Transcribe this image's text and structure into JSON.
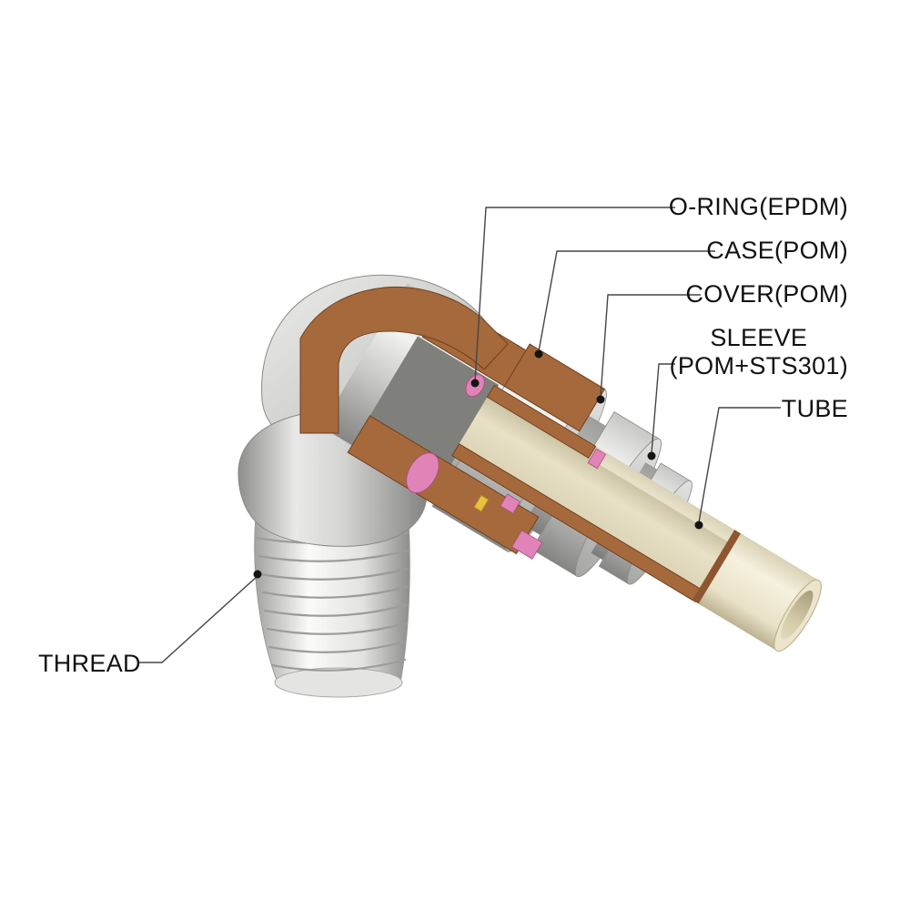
{
  "diagram": {
    "description": "Cutaway technical illustration of a push-to-connect pneumatic elbow fitting with labeled parts",
    "labels": {
      "oring": "O-RING(EPDM)",
      "case": "CASE(POM)",
      "cover": "COVER(POM)",
      "sleeve_line1": "SLEEVE",
      "sleeve_line2": "(POM+STS301)",
      "tube": "TUBE",
      "thread": "THREAD"
    },
    "colors": {
      "background": "#ffffff",
      "label_text": "#111111",
      "leader_line": "#454545",
      "section_brown": "#a5693c",
      "section_brown_dark": "#70401e",
      "metal_gray": "#c6c6c4",
      "tube_cream": "#efe9d0",
      "oring_pink": "#e083b6",
      "detail_yellow": "#e6c23d"
    }
  }
}
